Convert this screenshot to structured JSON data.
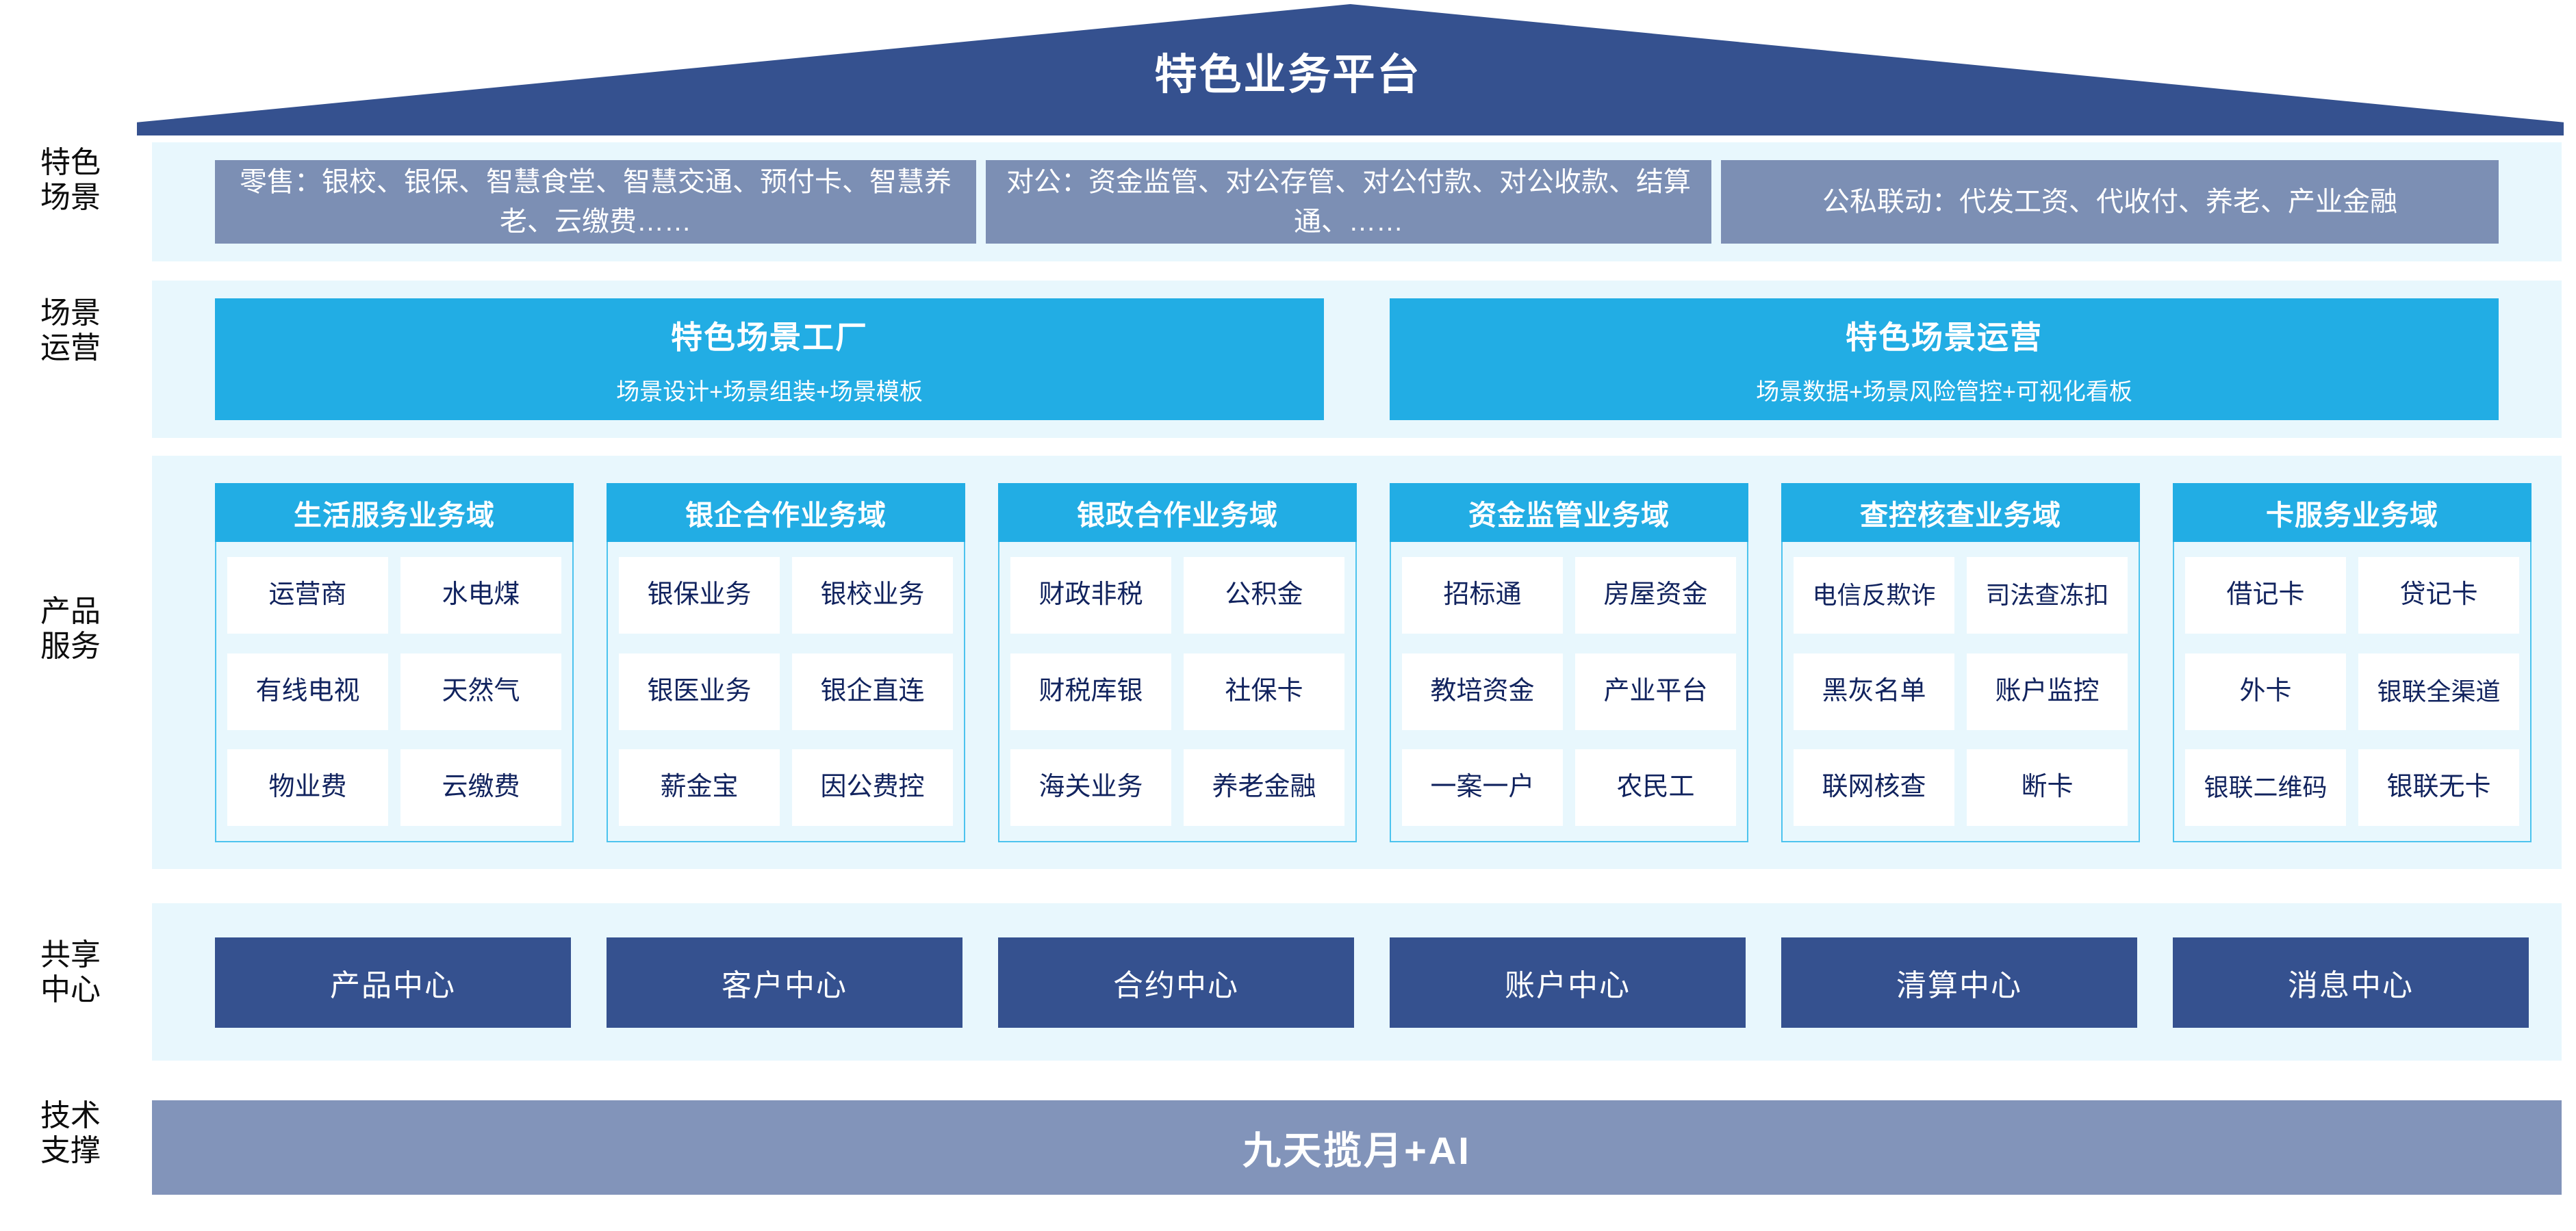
{
  "title": "特色业务平台",
  "rail": {
    "scenario": "特色\n场景",
    "scenario_l1": "特色",
    "scenario_l2": "场景",
    "operation_l1": "场景",
    "operation_l2": "运营",
    "product_l1": "产品",
    "product_l2": "服务",
    "shared_l1": "共享",
    "shared_l2": "中心",
    "tech_l1": "技术",
    "tech_l2": "支撑"
  },
  "scenarios": [
    {
      "text": "零售：银校、银保、智慧食堂、智慧交通、预付卡、智慧养老、云缴费……"
    },
    {
      "text": "对公：资金监管、对公存管、对公付款、对公收款、结算通、……"
    },
    {
      "text": "公私联动：代发工资、代收付、养老、产业金融"
    }
  ],
  "operations": [
    {
      "title": "特色场景工厂",
      "sub": "场景设计+场景组装+场景模板"
    },
    {
      "title": "特色场景运营",
      "sub": "场景数据+场景风险管控+可视化看板"
    }
  ],
  "domains": [
    {
      "header": "生活服务业务域",
      "cells": [
        "运营商",
        "水电煤",
        "有线电视",
        "天然气",
        "物业费",
        "云缴费"
      ]
    },
    {
      "header": "银企合作业务域",
      "cells": [
        "银保业务",
        "银校业务",
        "银医业务",
        "银企直连",
        "薪金宝",
        "因公费控"
      ]
    },
    {
      "header": "银政合作业务域",
      "cells": [
        "财政非税",
        "公积金",
        "财税库银",
        "社保卡",
        "海关业务",
        "养老金融"
      ]
    },
    {
      "header": "资金监管业务域",
      "cells": [
        "招标通",
        "房屋资金",
        "教培资金",
        "产业平台",
        "一案一户",
        "农民工"
      ]
    },
    {
      "header": "查控核查业务域",
      "cells": [
        "电信\n反欺诈",
        "司法\n查冻扣",
        "黑灰名单",
        "账户监控",
        "联网核查",
        "断卡"
      ]
    },
    {
      "header": "卡服务业务域",
      "cells": [
        "借记卡",
        "贷记卡",
        "外卡",
        "银联\n全渠道",
        "银联\n二维码",
        "银联无卡"
      ]
    }
  ],
  "shared_centers": [
    "产品中心",
    "客户中心",
    "合约中心",
    "账户中心",
    "清算中心",
    "消息中心"
  ],
  "foundation": "九天揽月+AI",
  "colors": {
    "roof": "#35518f",
    "panel_bg": "#e8f7fd",
    "scenario_box": "#7c8fb4",
    "cyan": "#22ade4",
    "center_box": "#35518f",
    "foundation": "#8294ba",
    "text_dark": "#11235e"
  }
}
